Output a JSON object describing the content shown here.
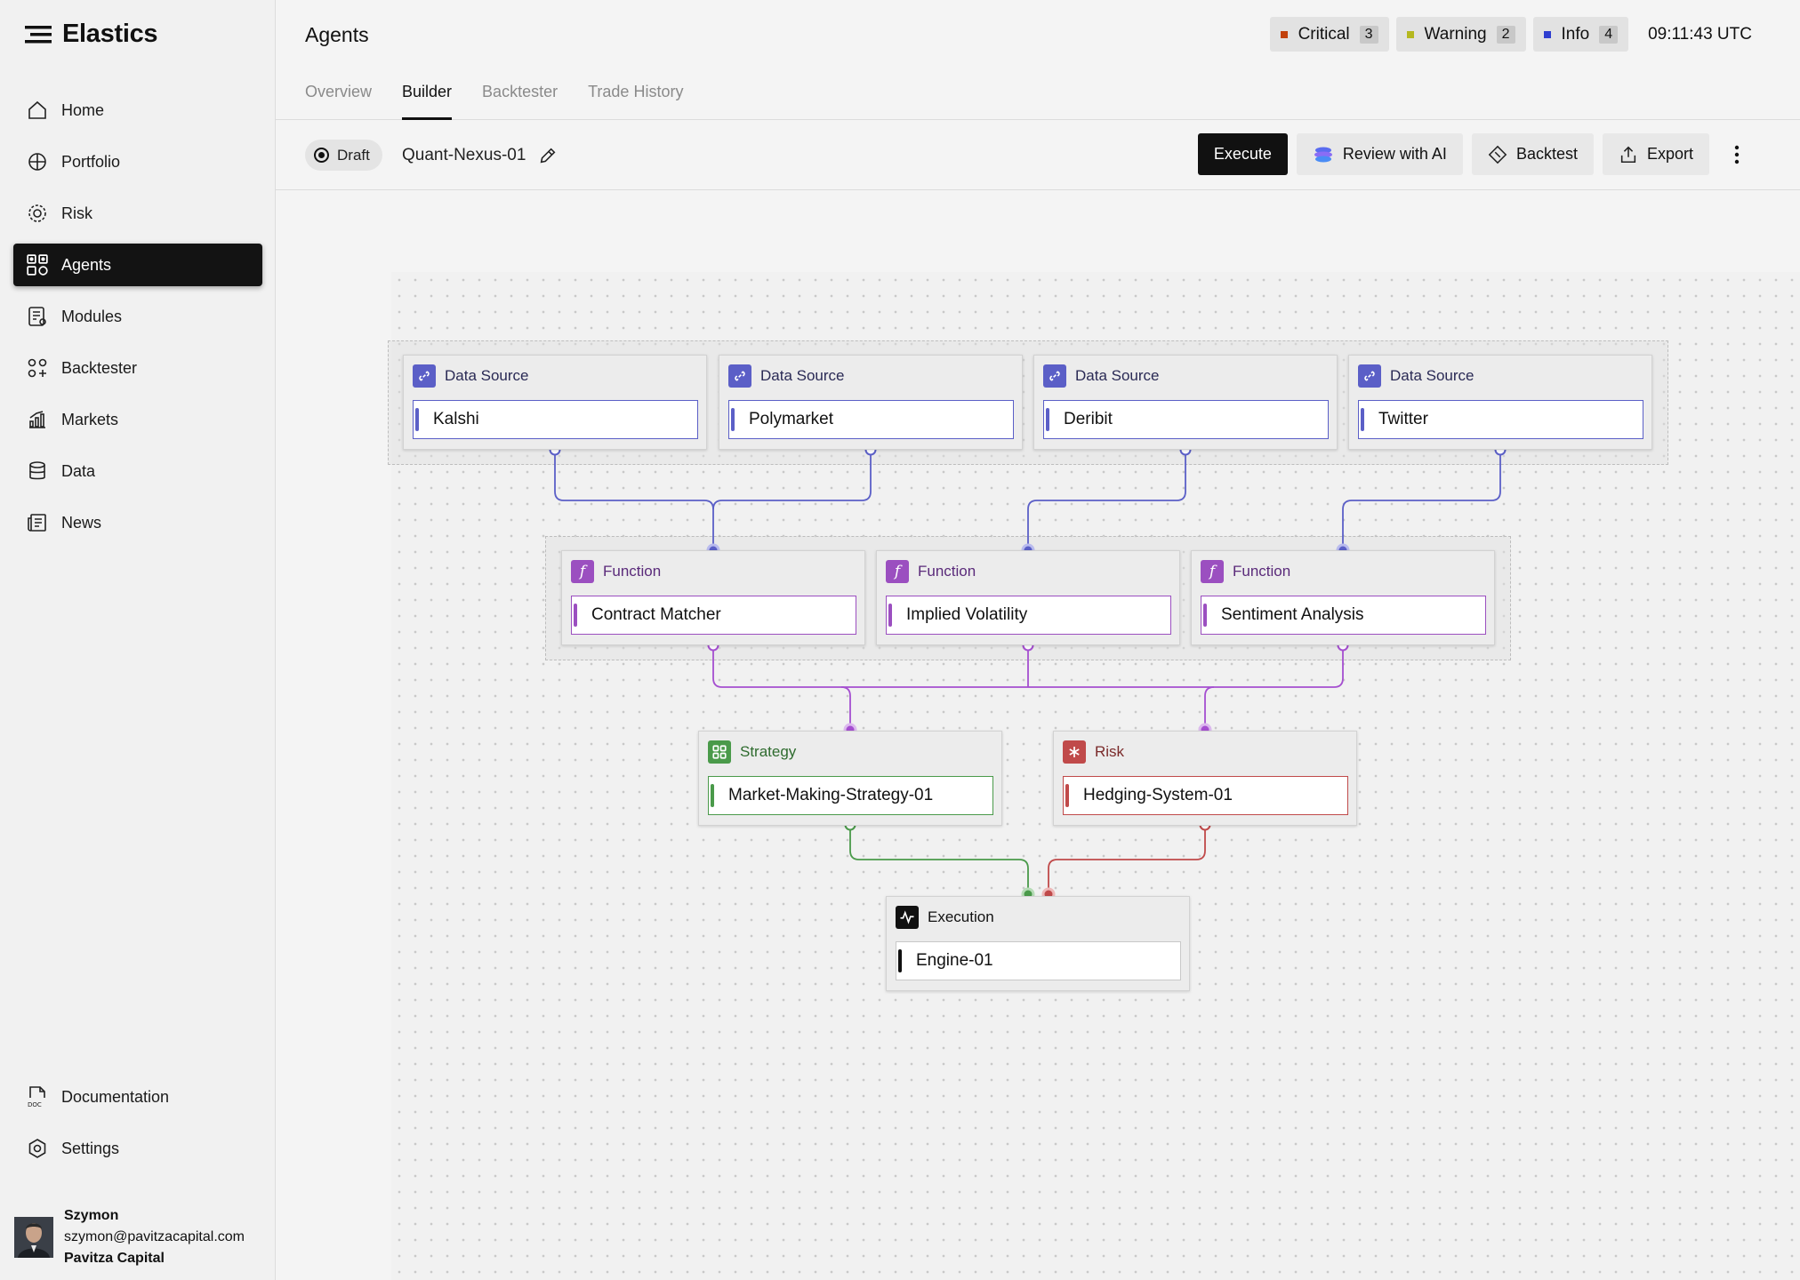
{
  "app": {
    "name": "Elastics"
  },
  "sidebar": {
    "items": [
      {
        "label": "Home",
        "icon": "home-icon"
      },
      {
        "label": "Portfolio",
        "icon": "portfolio-icon"
      },
      {
        "label": "Risk",
        "icon": "risk-icon"
      },
      {
        "label": "Agents",
        "icon": "agents-icon",
        "active": true
      },
      {
        "label": "Modules",
        "icon": "modules-icon"
      },
      {
        "label": "Backtester",
        "icon": "backtester-icon"
      },
      {
        "label": "Markets",
        "icon": "markets-icon"
      },
      {
        "label": "Data",
        "icon": "data-icon"
      },
      {
        "label": "News",
        "icon": "news-icon"
      }
    ],
    "bottom": [
      {
        "label": "Documentation",
        "icon": "documentation-icon"
      },
      {
        "label": "Settings",
        "icon": "settings-icon"
      }
    ],
    "user": {
      "name": "Szymon",
      "email": "szymon@pavitzacapital.com",
      "company": "Pavitza Capital"
    }
  },
  "header": {
    "title": "Agents",
    "alerts": [
      {
        "label": "Critical",
        "count": "3",
        "color": "#c2410c"
      },
      {
        "label": "Warning",
        "count": "2",
        "color": "#b5b820"
      },
      {
        "label": "Info",
        "count": "4",
        "color": "#2f3fd0"
      }
    ],
    "clock": "09:11:43 UTC"
  },
  "tabs": [
    {
      "label": "Overview"
    },
    {
      "label": "Builder",
      "active": true
    },
    {
      "label": "Backtester"
    },
    {
      "label": "Trade History"
    }
  ],
  "toolbar": {
    "status": "Draft",
    "agent_name": "Quant-Nexus-01",
    "execute_label": "Execute",
    "review_label": "Review with AI",
    "backtest_label": "Backtest",
    "export_label": "Export"
  },
  "nodes": {
    "ds1": {
      "type": "Data Source",
      "value": "Kalshi"
    },
    "ds2": {
      "type": "Data Source",
      "value": "Polymarket"
    },
    "ds3": {
      "type": "Data Source",
      "value": "Deribit"
    },
    "ds4": {
      "type": "Data Source",
      "value": "Twitter"
    },
    "fn1": {
      "type": "Function",
      "value": "Contract Matcher"
    },
    "fn2": {
      "type": "Function",
      "value": "Implied Volatility"
    },
    "fn3": {
      "type": "Function",
      "value": "Sentiment Analysis"
    },
    "st1": {
      "type": "Strategy",
      "value": "Market-Making-Strategy-01"
    },
    "rk1": {
      "type": "Risk",
      "value": "Hedging-System-01"
    },
    "ex1": {
      "type": "Execution",
      "value": "Engine-01"
    }
  },
  "colors": {
    "data_source": "#5b5fc7",
    "function": "#9b4fc0",
    "strategy": "#4a9a4a",
    "risk": "#c04a4a",
    "execution": "#111111"
  }
}
